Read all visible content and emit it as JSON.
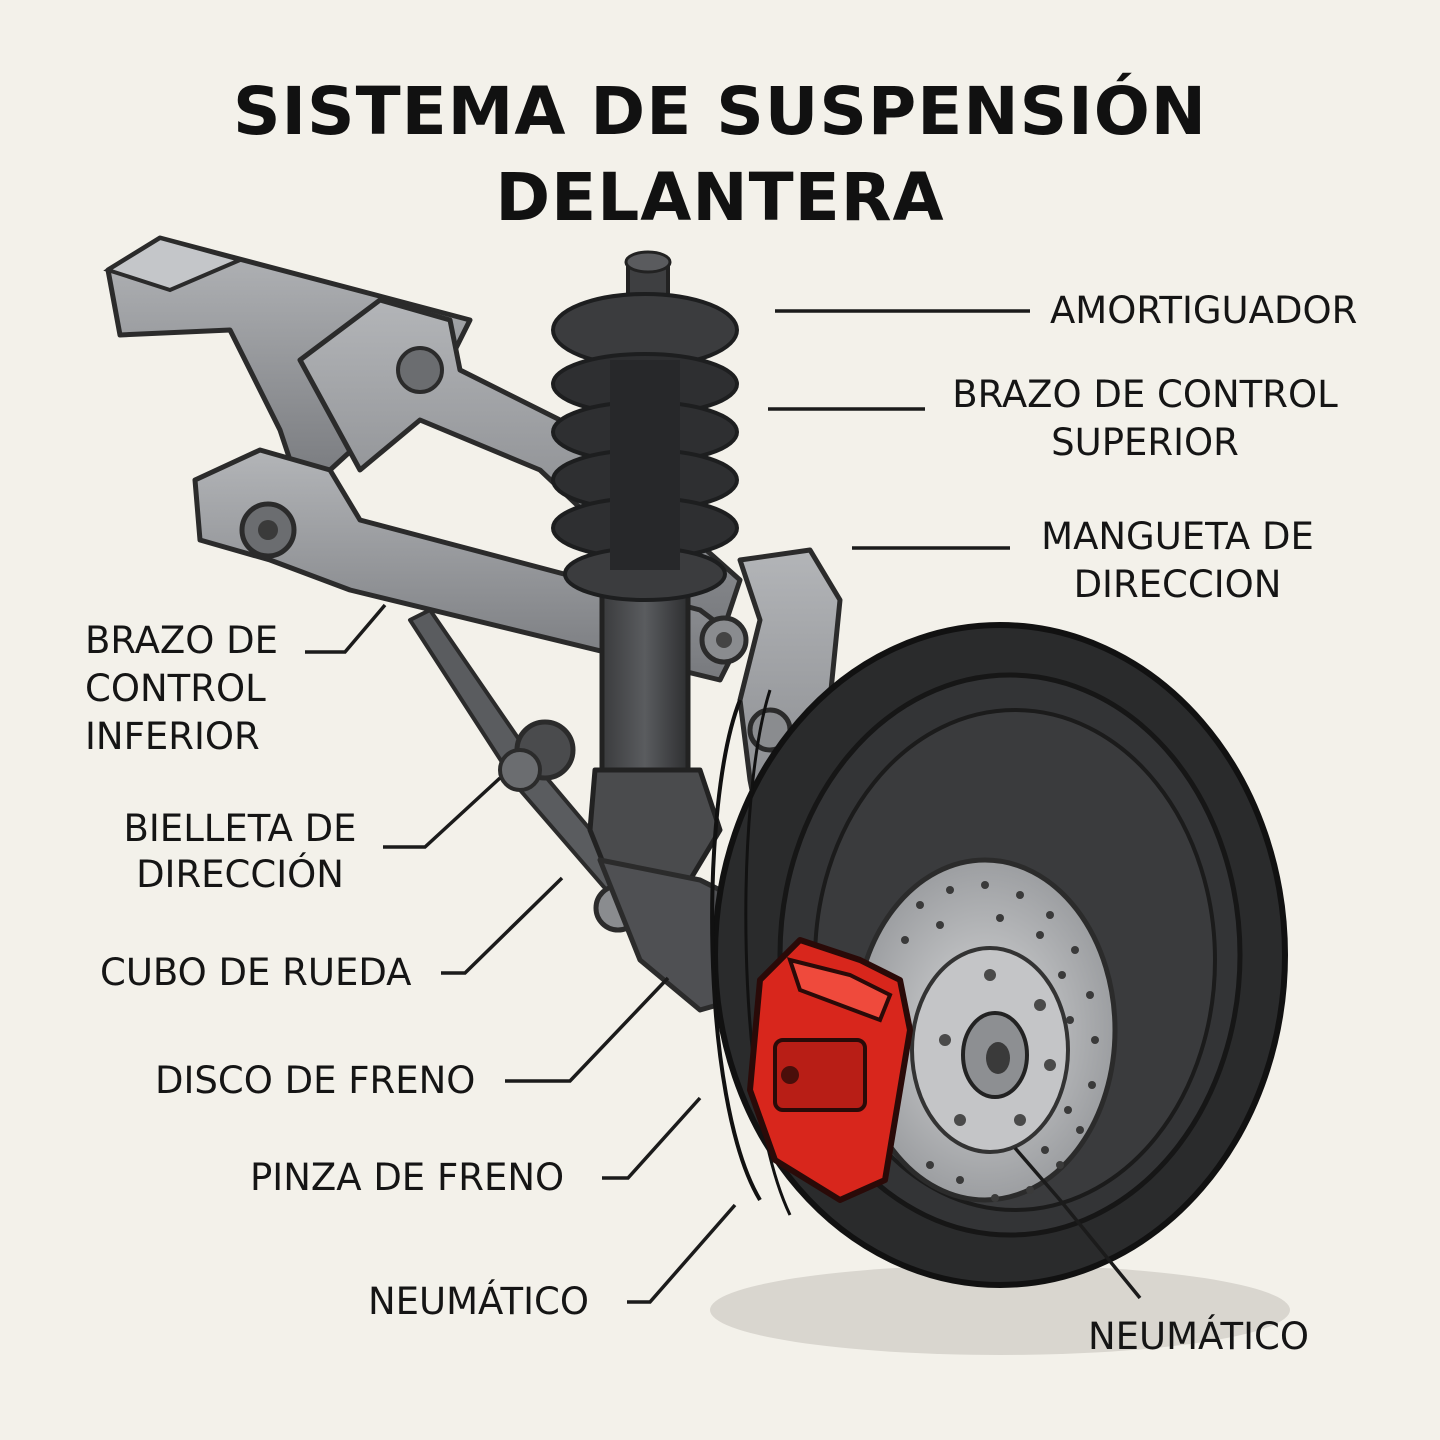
{
  "title": {
    "line1": "SISTEMA DE SUSPENSIÓN",
    "line2": "DELANTERA"
  },
  "labels": {
    "amortiguador": "AMORTIGUADOR",
    "brazo_superior_1": "BRAZO DE CONTROL",
    "brazo_superior_2": "SUPERIOR",
    "mangueta_1": "MANGUETA DE",
    "mangueta_2": "DIRECCION",
    "brazo_inferior_1": "BRAZO DE",
    "brazo_inferior_2": "CONTROL",
    "brazo_inferior_3": "INFERIOR",
    "bielleta_1": "BIELLETA DE",
    "bielleta_2": "DIRECCIÓN",
    "cubo": "CUBO DE RUEDA",
    "disco": "DISCO DE FRENO",
    "pinza": "PINZA DE FRENO",
    "neumatico_left": "NEUMÁTICO",
    "neumatico_right": "NEUMÁTICO"
  },
  "colors": {
    "background": "#f3f1ea",
    "metal": "#8e9094",
    "spring": "#2b2c2e",
    "tire": "#262728",
    "disc": "#b8b9bb",
    "caliper": "#d8261c"
  }
}
